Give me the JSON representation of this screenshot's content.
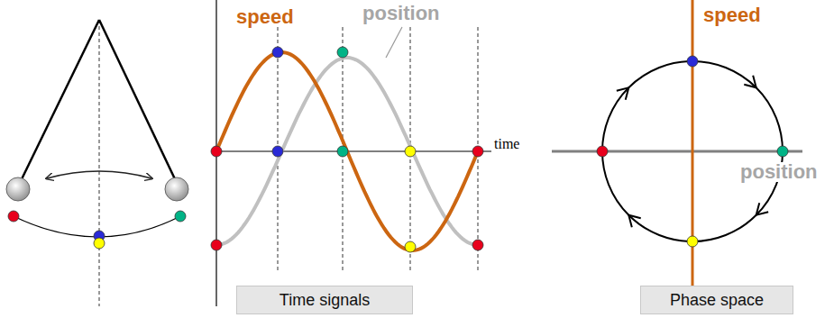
{
  "diagram": {
    "nodes": [
      {
        "text": [
          "Time signals"
        ]
      },
      {
        "text": [
          "Phase space"
        ]
      }
    ],
    "labels": [
      "speed",
      "position",
      "time",
      "speed",
      "position"
    ]
  }
}
